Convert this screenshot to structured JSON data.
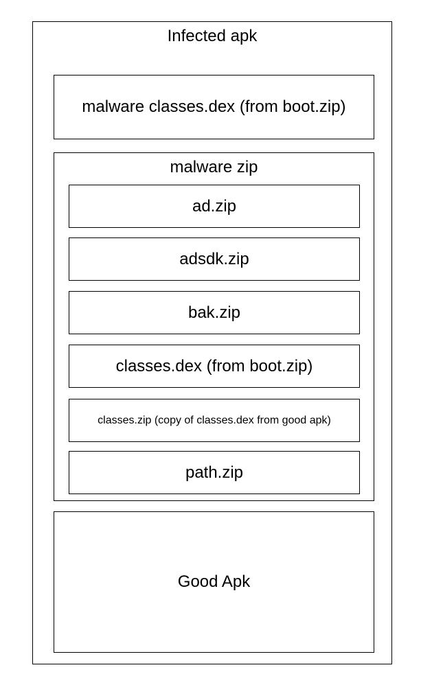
{
  "outer": {
    "title": "Infected apk"
  },
  "malware_dex": {
    "label": "malware classes.dex (from boot.zip)"
  },
  "malware_zip": {
    "title": "malware zip",
    "items": [
      {
        "label": "ad.zip"
      },
      {
        "label": "adsdk.zip"
      },
      {
        "label": "bak.zip"
      },
      {
        "label": "classes.dex (from boot.zip)"
      },
      {
        "label": "classes.zip (copy of classes.dex from good apk)"
      },
      {
        "label": "path.zip"
      }
    ]
  },
  "good_apk": {
    "label": "Good Apk"
  }
}
